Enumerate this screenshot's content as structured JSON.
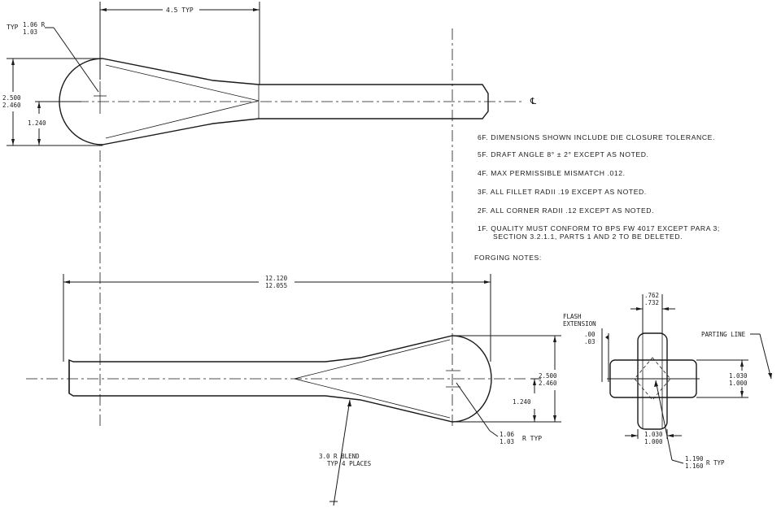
{
  "top_view": {
    "dim_length_typ": "4.5 TYP",
    "radius_label_typ": "TYP",
    "radius_max": "1.06 R",
    "radius_min": "1.03",
    "width_max": "2.500",
    "width_min": "2.460",
    "half_width": "1.240",
    "centerline_label": "℄"
  },
  "notes": {
    "heading": "FORGING NOTES:",
    "items": [
      "6F. DIMENSIONS SHOWN INCLUDE DIE CLOSURE TOLERANCE.",
      "5F. DRAFT ANGLE 8° ± 2° EXCEPT AS NOTED.",
      "4F. MAX PERMISSIBLE MISMATCH .012.",
      "3F. ALL FILLET RADII .19 EXCEPT AS NOTED.",
      "2F. ALL CORNER RADII .12 EXCEPT AS NOTED.",
      "1F. QUALITY MUST CONFORM TO BPS FW 4017 EXCEPT PARA 3;"
    ],
    "item1_line2": "SECTION 3.2.1.1, PARTS 1 AND 2 TO BE DELETED."
  },
  "side_view": {
    "overall_max": "12.120",
    "overall_min": "12.055",
    "width_max": "2.500",
    "width_min": "2.460",
    "half_width": "1.240",
    "radius_max": "1.06",
    "radius_min": "1.03",
    "radius_suffix": "R TYP",
    "blend_line1": "3.0 R BLEND",
    "blend_line2": "TYP 4 PLACES"
  },
  "section_view": {
    "top_max": ".762",
    "top_min": ".732",
    "flash_line1": "FLASH",
    "flash_line2": "EXTENSION",
    "flash_max": ".00",
    "flash_min": ".03",
    "parting_line": "PARTING LINE",
    "height_max": "1.030",
    "height_min": "1.000",
    "bottom_max": "1.030",
    "bottom_min": "1.000",
    "radius_max": "1.190",
    "radius_min": "1.160",
    "radius_suffix": "R TYP"
  }
}
